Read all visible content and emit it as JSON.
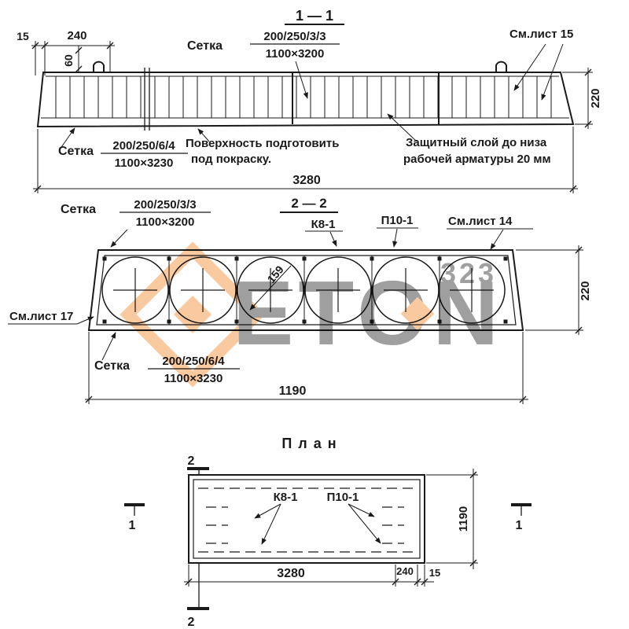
{
  "watermark": {
    "brand": "ETON",
    "code": "323",
    "orange": "#f08019",
    "gray": "#a0a0a0"
  },
  "section_1_1": {
    "title": "1 — 1",
    "mesh_top": {
      "label": "Сетка",
      "numerator": "200/250/3/3",
      "denominator": "1100×3200"
    },
    "see_sheet_15": "См.лист 15",
    "dims": {
      "d15": "15",
      "d240": "240",
      "d60": "60",
      "d220": "220",
      "d3280": "3280"
    },
    "mesh_bottom": {
      "label": "Сетка",
      "numerator": "200/250/6/4",
      "denominator": "1100×3230"
    },
    "note_paint_line1": "Поверхность подготовить",
    "note_paint_line2": "под покраску.",
    "note_cover_line1": "Защитный слой до низа",
    "note_cover_line2": "рабочей арматуры 20 мм"
  },
  "section_2_2": {
    "title": "2 — 2",
    "mesh_top": {
      "label": "Сетка",
      "numerator": "200/250/3/3",
      "denominator": "1100×3200"
    },
    "k8_label": "К8-1",
    "p10_label": "П10-1",
    "see_sheet_14": "См.лист 14",
    "see_sheet_17": "См.лист 17",
    "dims": {
      "d159": "159",
      "d220": "220",
      "d1190": "1190"
    },
    "mesh_bottom": {
      "label": "Сетка",
      "numerator": "200/250/6/4",
      "denominator": "1100×3230"
    }
  },
  "plan": {
    "title": "План",
    "k8_label": "К8-1",
    "p10_label": "П10-1",
    "marker_1": "1",
    "marker_2": "2",
    "dims": {
      "d1190": "1190",
      "d3280": "3280",
      "d240": "240",
      "d15": "15"
    }
  }
}
